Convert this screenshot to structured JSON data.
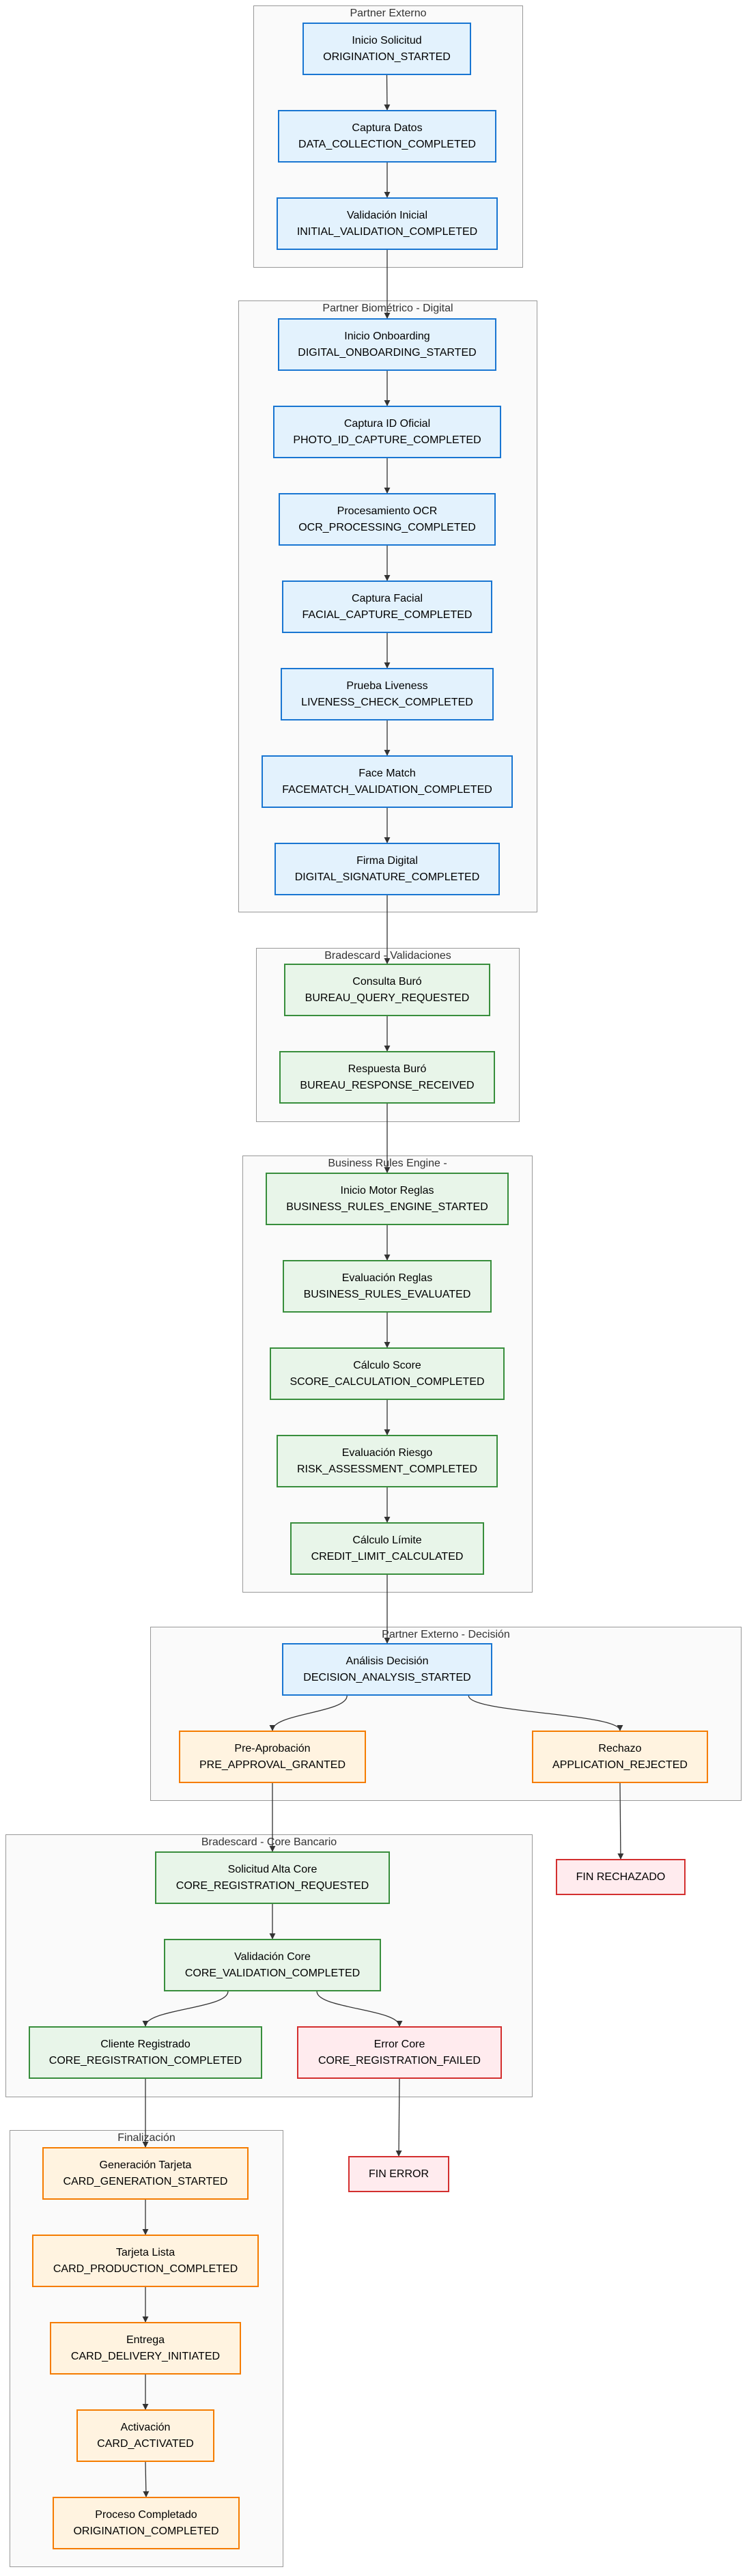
{
  "colors": {
    "blue_fill": "#e3f2fd",
    "blue_stroke": "#1976d2",
    "green_fill": "#e8f5e9",
    "green_stroke": "#388e3c",
    "orange_fill": "#fff3e0",
    "orange_stroke": "#f57c00",
    "red_fill": "#ffebee",
    "red_stroke": "#d32f2f",
    "cluster_fill": "#fafafa",
    "cluster_stroke": "#999999",
    "edge": "#333333"
  },
  "clusters": [
    {
      "id": "c1",
      "label": "Partner Externo"
    },
    {
      "id": "c2",
      "label": "Partner Biométrico - Digital"
    },
    {
      "id": "c3",
      "label": "Bradescard - Validaciones"
    },
    {
      "id": "c4",
      "label": "Business Rules Engine -"
    },
    {
      "id": "c5",
      "label": "Partner Externo - Decisión"
    },
    {
      "id": "c6",
      "label": "Bradescard - Core Bancario"
    },
    {
      "id": "c7",
      "label": "Finalización"
    }
  ],
  "nodes": [
    {
      "id": "n1",
      "style": "blue",
      "title": "Inicio Solicitud",
      "code": "ORIGINATION_STARTED"
    },
    {
      "id": "n2",
      "style": "blue",
      "title": "Captura Datos",
      "code": "DATA_COLLECTION_COMPLETED"
    },
    {
      "id": "n3",
      "style": "blue",
      "title": "Validación Inicial",
      "code": "INITIAL_VALIDATION_COMPLETED"
    },
    {
      "id": "n4",
      "style": "blue",
      "title": "Inicio Onboarding",
      "code": "DIGITAL_ONBOARDING_STARTED"
    },
    {
      "id": "n5",
      "style": "blue",
      "title": "Captura ID Oficial",
      "code": "PHOTO_ID_CAPTURE_COMPLETED"
    },
    {
      "id": "n6",
      "style": "blue",
      "title": "Procesamiento OCR",
      "code": "OCR_PROCESSING_COMPLETED"
    },
    {
      "id": "n7",
      "style": "blue",
      "title": "Captura Facial",
      "code": "FACIAL_CAPTURE_COMPLETED"
    },
    {
      "id": "n8",
      "style": "blue",
      "title": "Prueba Liveness",
      "code": "LIVENESS_CHECK_COMPLETED"
    },
    {
      "id": "n9",
      "style": "blue",
      "title": "Face Match",
      "code": "FACEMATCH_VALIDATION_COMPLETED"
    },
    {
      "id": "n10",
      "style": "blue",
      "title": "Firma Digital",
      "code": "DIGITAL_SIGNATURE_COMPLETED"
    },
    {
      "id": "n11",
      "style": "green",
      "title": "Consulta Buró",
      "code": "BUREAU_QUERY_REQUESTED"
    },
    {
      "id": "n12",
      "style": "green",
      "title": "Respuesta Buró",
      "code": "BUREAU_RESPONSE_RECEIVED"
    },
    {
      "id": "n13",
      "style": "green",
      "title": "Inicio Motor Reglas",
      "code": "BUSINESS_RULES_ENGINE_STARTED"
    },
    {
      "id": "n14",
      "style": "green",
      "title": "Evaluación Reglas",
      "code": "BUSINESS_RULES_EVALUATED"
    },
    {
      "id": "n15",
      "style": "green",
      "title": "Cálculo Score",
      "code": "SCORE_CALCULATION_COMPLETED"
    },
    {
      "id": "n16",
      "style": "green",
      "title": "Evaluación Riesgo",
      "code": "RISK_ASSESSMENT_COMPLETED"
    },
    {
      "id": "n17",
      "style": "green",
      "title": "Cálculo Límite",
      "code": "CREDIT_LIMIT_CALCULATED"
    },
    {
      "id": "n18",
      "style": "blue",
      "title": "Análisis Decisión",
      "code": "DECISION_ANALYSIS_STARTED"
    },
    {
      "id": "n19",
      "style": "orange",
      "title": "Pre-Aprobación",
      "code": "PRE_APPROVAL_GRANTED"
    },
    {
      "id": "n20",
      "style": "orange",
      "title": "Rechazo",
      "code": "APPLICATION_REJECTED"
    },
    {
      "id": "n21",
      "style": "red",
      "title": "FIN RECHAZADO",
      "code": ""
    },
    {
      "id": "n22",
      "style": "green",
      "title": "Solicitud Alta Core",
      "code": "CORE_REGISTRATION_REQUESTED"
    },
    {
      "id": "n23",
      "style": "green",
      "title": "Validación Core",
      "code": "CORE_VALIDATION_COMPLETED"
    },
    {
      "id": "n24",
      "style": "green",
      "title": "Cliente Registrado",
      "code": "CORE_REGISTRATION_COMPLETED"
    },
    {
      "id": "n25",
      "style": "red",
      "title": "Error Core",
      "code": "CORE_REGISTRATION_FAILED"
    },
    {
      "id": "n26",
      "style": "red",
      "title": "FIN ERROR",
      "code": ""
    },
    {
      "id": "n27",
      "style": "orange",
      "title": "Generación Tarjeta",
      "code": "CARD_GENERATION_STARTED"
    },
    {
      "id": "n28",
      "style": "orange",
      "title": "Tarjeta Lista",
      "code": "CARD_PRODUCTION_COMPLETED"
    },
    {
      "id": "n29",
      "style": "orange",
      "title": "Entrega",
      "code": "CARD_DELIVERY_INITIATED"
    },
    {
      "id": "n30",
      "style": "orange",
      "title": "Activación",
      "code": "CARD_ACTIVATED"
    },
    {
      "id": "n31",
      "style": "orange",
      "title": "Proceso Completado",
      "code": "ORIGINATION_COMPLETED"
    }
  ],
  "edges": [
    [
      "n1",
      "n2"
    ],
    [
      "n2",
      "n3"
    ],
    [
      "n3",
      "n4"
    ],
    [
      "n4",
      "n5"
    ],
    [
      "n5",
      "n6"
    ],
    [
      "n6",
      "n7"
    ],
    [
      "n7",
      "n8"
    ],
    [
      "n8",
      "n9"
    ],
    [
      "n9",
      "n10"
    ],
    [
      "n10",
      "n11"
    ],
    [
      "n11",
      "n12"
    ],
    [
      "n12",
      "n13"
    ],
    [
      "n13",
      "n14"
    ],
    [
      "n14",
      "n15"
    ],
    [
      "n15",
      "n16"
    ],
    [
      "n16",
      "n17"
    ],
    [
      "n17",
      "n18"
    ],
    [
      "n18",
      "n19"
    ],
    [
      "n18",
      "n20"
    ],
    [
      "n20",
      "n21"
    ],
    [
      "n19",
      "n22"
    ],
    [
      "n22",
      "n23"
    ],
    [
      "n23",
      "n24"
    ],
    [
      "n23",
      "n25"
    ],
    [
      "n25",
      "n26"
    ],
    [
      "n24",
      "n27"
    ],
    [
      "n27",
      "n28"
    ],
    [
      "n28",
      "n29"
    ],
    [
      "n29",
      "n30"
    ],
    [
      "n30",
      "n31"
    ]
  ]
}
